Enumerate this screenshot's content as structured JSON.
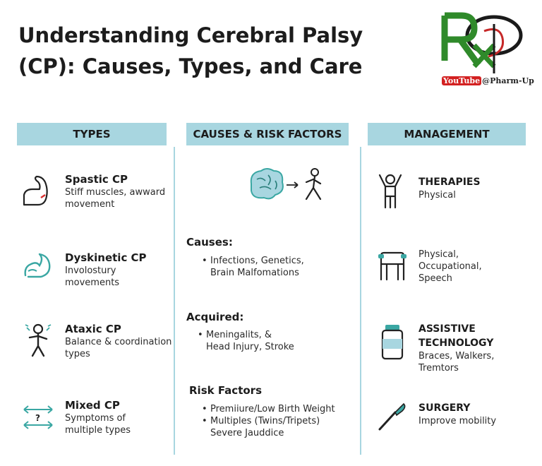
{
  "title_line1": "Understanding Cerebral Palsy",
  "title_line2": "(CP): Causes, Types, and Care",
  "logo": {
    "letters": "Rx",
    "youtube": "YouTube",
    "handle": "@Pharm-Up"
  },
  "columns": {
    "types": {
      "header": "TYPES",
      "items": [
        {
          "title": "Spastic CP",
          "desc1": "Stiff muscles, awward",
          "desc2": "movement",
          "icon": "flexed-arm-icon"
        },
        {
          "title": "Dyskinetic CP",
          "desc1": "Involostury movements",
          "desc2": "",
          "icon": "twisting-arm-icon"
        },
        {
          "title": "Ataxic CP",
          "desc1": "Balance & coordination",
          "desc2": "types",
          "icon": "unsteady-person-icon"
        },
        {
          "title": "Mixed CP",
          "desc1": "Symptoms of",
          "desc2": "multiple types",
          "icon": "arrows-question-icon"
        }
      ]
    },
    "causes": {
      "header": "CAUSES & RISK FACTORS",
      "sections": [
        {
          "title": "Causes:",
          "lines": [
            "Infections, Genetics,",
            "Brain Malfomations"
          ]
        },
        {
          "title": "Acquired:",
          "lines": [
            "Meningalits, &",
            "Head Injury, Stroke"
          ]
        },
        {
          "title": "Risk Factors",
          "lines": [
            "Premiiure/Low Birth Weight",
            "Multiples (Twins/Tripets)",
            "Severe Jauddice"
          ]
        }
      ]
    },
    "management": {
      "header": "MANAGEMENT",
      "items": [
        {
          "title": "THERAPIES",
          "desc1": "Physical",
          "desc2": "",
          "desc3": ""
        },
        {
          "title": "",
          "desc1": "Physical,",
          "desc2": "Occupational,",
          "desc3": "Speech"
        },
        {
          "title": "ASSISTIVE TECHNOLOGY",
          "desc1": "Braces, Walkers,",
          "desc2": "Tremtors",
          "desc3": ""
        },
        {
          "title": "SURGERY",
          "desc1": "Improve mobility",
          "desc2": "",
          "desc3": ""
        }
      ]
    }
  },
  "colors": {
    "header_bg": "#a8d6e0",
    "teal": "#3aa7a3",
    "logo_green": "#2f8a2a"
  }
}
